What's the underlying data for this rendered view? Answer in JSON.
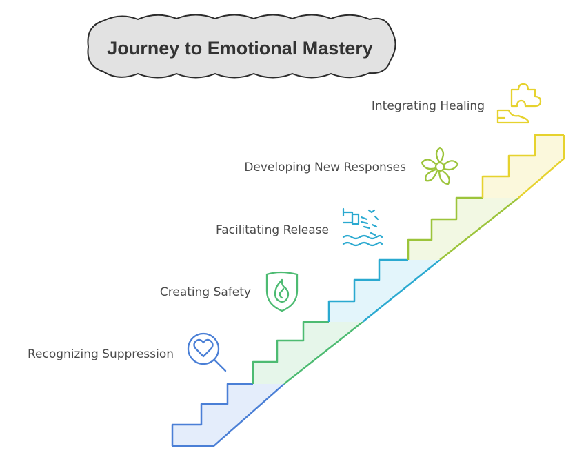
{
  "title": "Journey to Emotional Mastery",
  "steps": [
    {
      "label": "Recognizing Suppression",
      "icon": "heart-search-icon",
      "color": "#4a7fd6",
      "fill": "#e4edfb"
    },
    {
      "label": "Creating Safety",
      "icon": "shield-flame-icon",
      "color": "#4dbb72",
      "fill": "#e6f6ea"
    },
    {
      "label": "Facilitating Release",
      "icon": "faucet-water-icon",
      "color": "#2aa9d0",
      "fill": "#e3f5fb"
    },
    {
      "label": "Developing New Responses",
      "icon": "flower-icon",
      "color": "#9cc43b",
      "fill": "#f2f8e3"
    },
    {
      "label": "Integrating Healing",
      "icon": "puzzle-foot-icon",
      "color": "#e6d22e",
      "fill": "#fbf8dc"
    }
  ]
}
